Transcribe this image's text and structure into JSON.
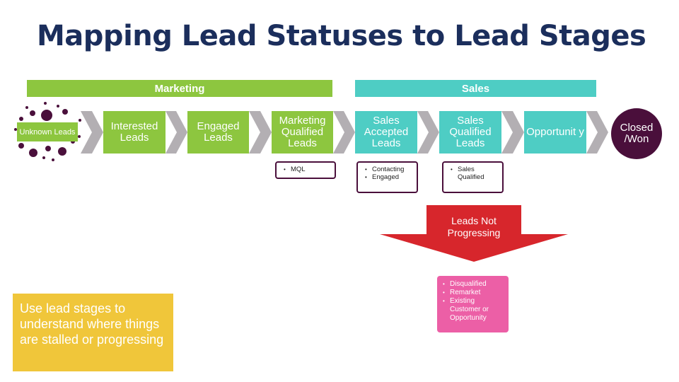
{
  "title": "Mapping Lead Statuses to Lead Stages",
  "phases": {
    "marketing": "Marketing",
    "sales": "Sales"
  },
  "stages": {
    "unknown": "Unknown Leads",
    "interested": "Interested Leads",
    "engaged": "Engaged Leads",
    "mql": "Marketing Qualified Leads",
    "sal": "Sales Accepted Leads",
    "sql": "Sales Qualified Leads",
    "opportunity": "Opportunit y",
    "closed": "Closed /Won"
  },
  "statuses": {
    "mql": [
      "MQL"
    ],
    "sal": [
      "Contacting",
      "Engaged"
    ],
    "sql": [
      "Sales Qualified"
    ]
  },
  "not_progressing": {
    "label": "Leads Not Progressing",
    "items": [
      "Disqualified",
      "Remarket",
      "Existing Customer or Opportunity"
    ]
  },
  "tip": "Use lead stages to understand where things are stalled or progressing",
  "colors": {
    "title": "#1b2e5c",
    "marketing": "#8dc63f",
    "sales": "#4ecdc4",
    "closed": "#4a0f3b",
    "chevron": "#b3afb3",
    "arrow": "#d7262c",
    "not_progressing_box": "#ec5fa6",
    "tip_box": "#f0c63a"
  }
}
